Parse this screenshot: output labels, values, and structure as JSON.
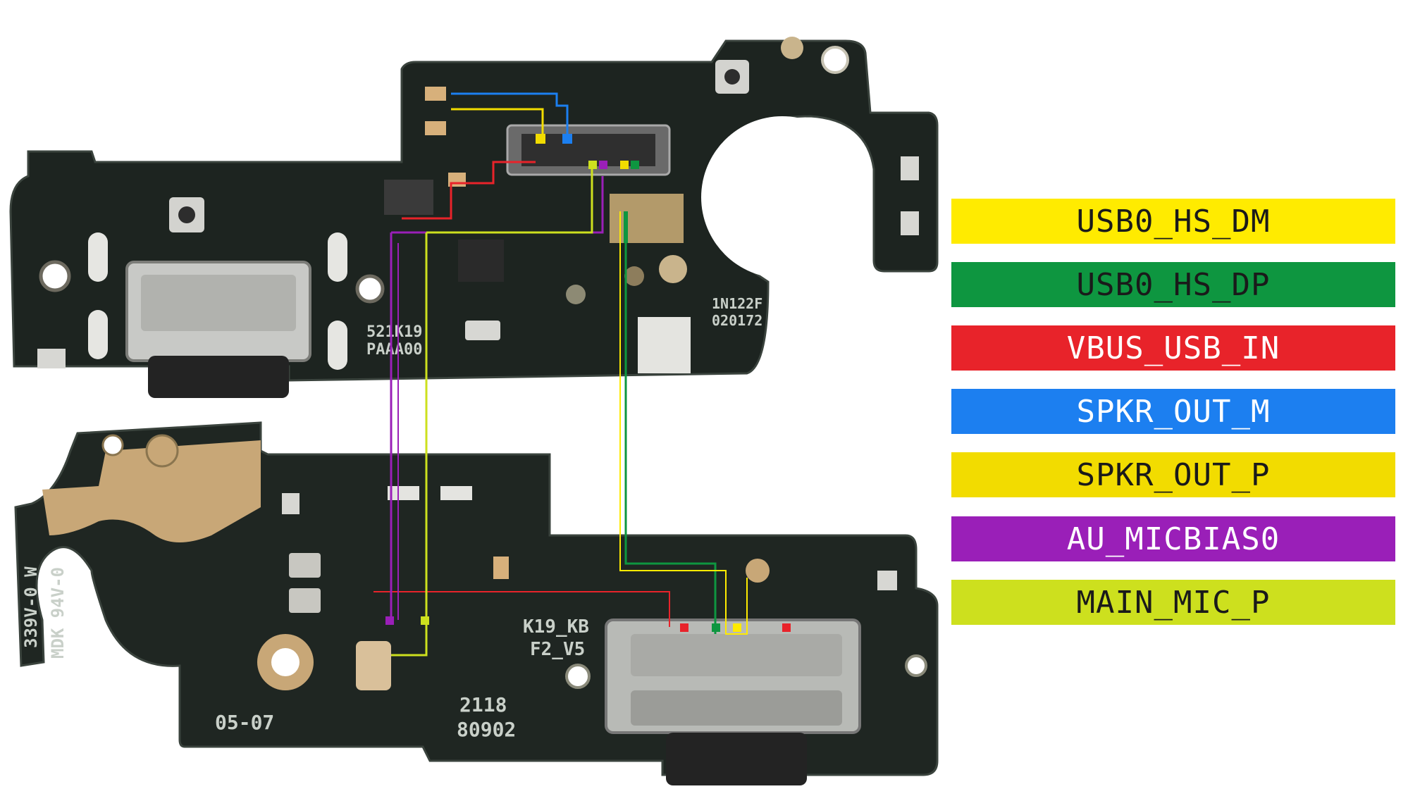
{
  "board_labels": {
    "top_part_no": "521K19",
    "top_rev": "PAAA00",
    "top_code1": "1N122F",
    "top_code2": "020172",
    "bottom_side_1": "339V-0 W",
    "bottom_side_2": "MDK 94V-0",
    "bottom_model": "K19_KB",
    "bottom_version": "F2_V5",
    "bottom_date": "05-07",
    "bottom_num1": "2118",
    "bottom_num2": "80902"
  },
  "legend": [
    {
      "label": "USB0_HS_DM",
      "color": "#ffeb00",
      "text_color": "#1a1a1a"
    },
    {
      "label": "USB0_HS_DP",
      "color": "#0e9640",
      "text_color": "#1a1a1a"
    },
    {
      "label": "VBUS_USB_IN",
      "color": "#e8232a",
      "text_color": "#ffffff"
    },
    {
      "label": "SPKR_OUT_M",
      "color": "#1c7ff0",
      "text_color": "#ffffff"
    },
    {
      "label": "SPKR_OUT_P",
      "color": "#f2dc00",
      "text_color": "#1a1a1a"
    },
    {
      "label": "AU_MICBIAS0",
      "color": "#9a1fb8",
      "text_color": "#ffffff"
    },
    {
      "label": "MAIN_MIC_P",
      "color": "#cde01e",
      "text_color": "#1a1a1a"
    }
  ]
}
